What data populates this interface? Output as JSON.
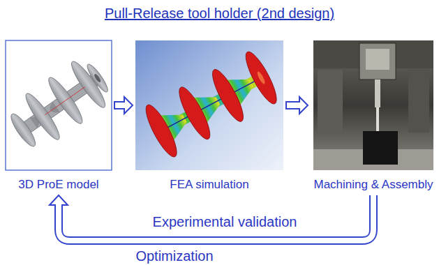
{
  "diagram": {
    "title": "Pull-Release tool holder (2nd design)",
    "nodes": [
      {
        "text": [
          "3D ProE model"
        ]
      },
      {
        "text": [
          "FEA simulation"
        ]
      },
      {
        "text": [
          "Machining & Assembly"
        ]
      }
    ],
    "edges": [
      {
        "from": 0,
        "to": 1,
        "arrow": "to"
      },
      {
        "from": 1,
        "to": 2,
        "arrow": "to"
      },
      {
        "from": 2,
        "to": 0,
        "label": "Experimental validation",
        "arrow": "to"
      }
    ],
    "labels": [
      "Optimization"
    ]
  }
}
